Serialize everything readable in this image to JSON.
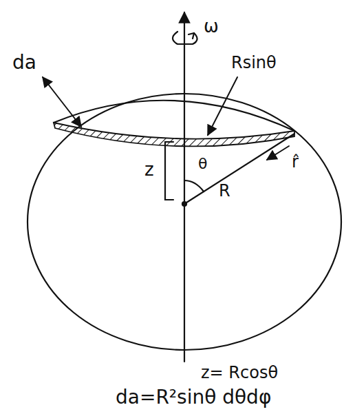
{
  "diagram": {
    "labels": [
      "ω",
      "da",
      "Rsinθ",
      "z",
      "θ",
      "R",
      "r̂",
      "z= Rcosθ",
      "da=R²sinθ dθdφ"
    ]
  }
}
